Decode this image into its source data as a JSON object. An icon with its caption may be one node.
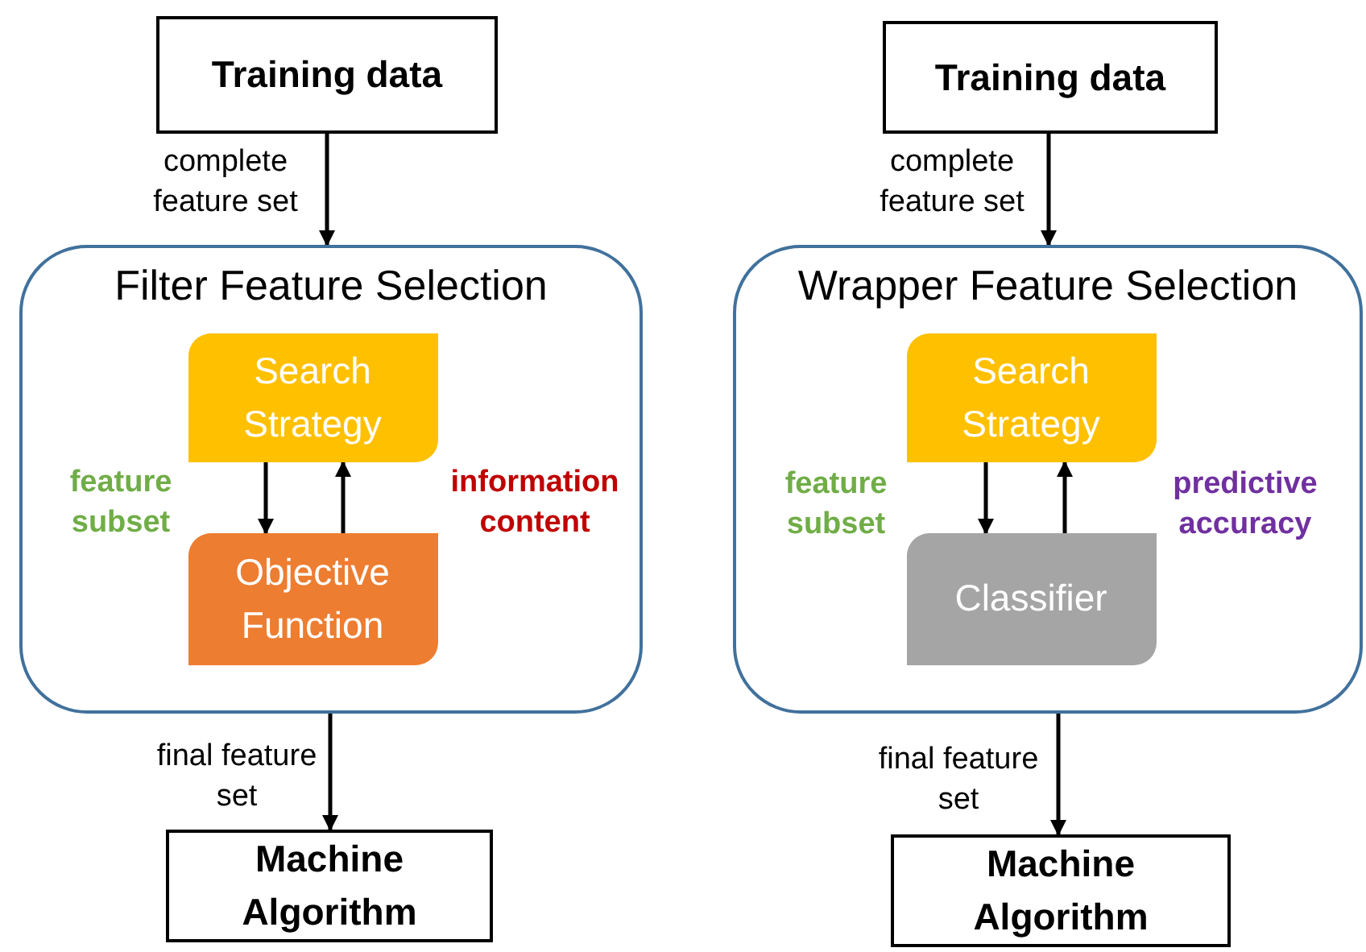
{
  "diagram": {
    "nodes": [
      {
        "text": [
          "Training data"
        ]
      },
      {
        "text": [
          "Filter Feature Selection"
        ]
      },
      {
        "text": [
          "Search Strategy"
        ],
        "in": 1
      },
      {
        "text": [
          "Objective Function"
        ],
        "in": 1
      },
      {
        "text": [
          "Machine Algorithm"
        ]
      },
      {
        "text": [
          "Training data"
        ]
      },
      {
        "text": [
          "Wrapper Feature Selection"
        ]
      },
      {
        "text": [
          "Search Strategy"
        ],
        "in": 6
      },
      {
        "text": [
          "Classifier"
        ],
        "in": 6
      },
      {
        "text": [
          "Machine Algorithm"
        ]
      }
    ],
    "edges": [
      {
        "from": 0,
        "to": 1,
        "arrow": "to",
        "label": "complete feature set"
      },
      {
        "from": 2,
        "to": 3,
        "arrow": "to"
      },
      {
        "from": 3,
        "to": 2,
        "arrow": "to"
      },
      {
        "from": 1,
        "to": 4,
        "arrow": "to",
        "label": "final feature set"
      },
      {
        "from": 5,
        "to": 6,
        "arrow": "to",
        "label": "complete feature set"
      },
      {
        "from": 7,
        "to": 8,
        "arrow": "to"
      },
      {
        "from": 8,
        "to": 7,
        "arrow": "to"
      },
      {
        "from": 6,
        "to": 9,
        "arrow": "to",
        "label": "final feature set"
      }
    ],
    "labels": [
      "feature subset",
      "information content",
      "feature subset",
      "predictive accuracy"
    ]
  }
}
